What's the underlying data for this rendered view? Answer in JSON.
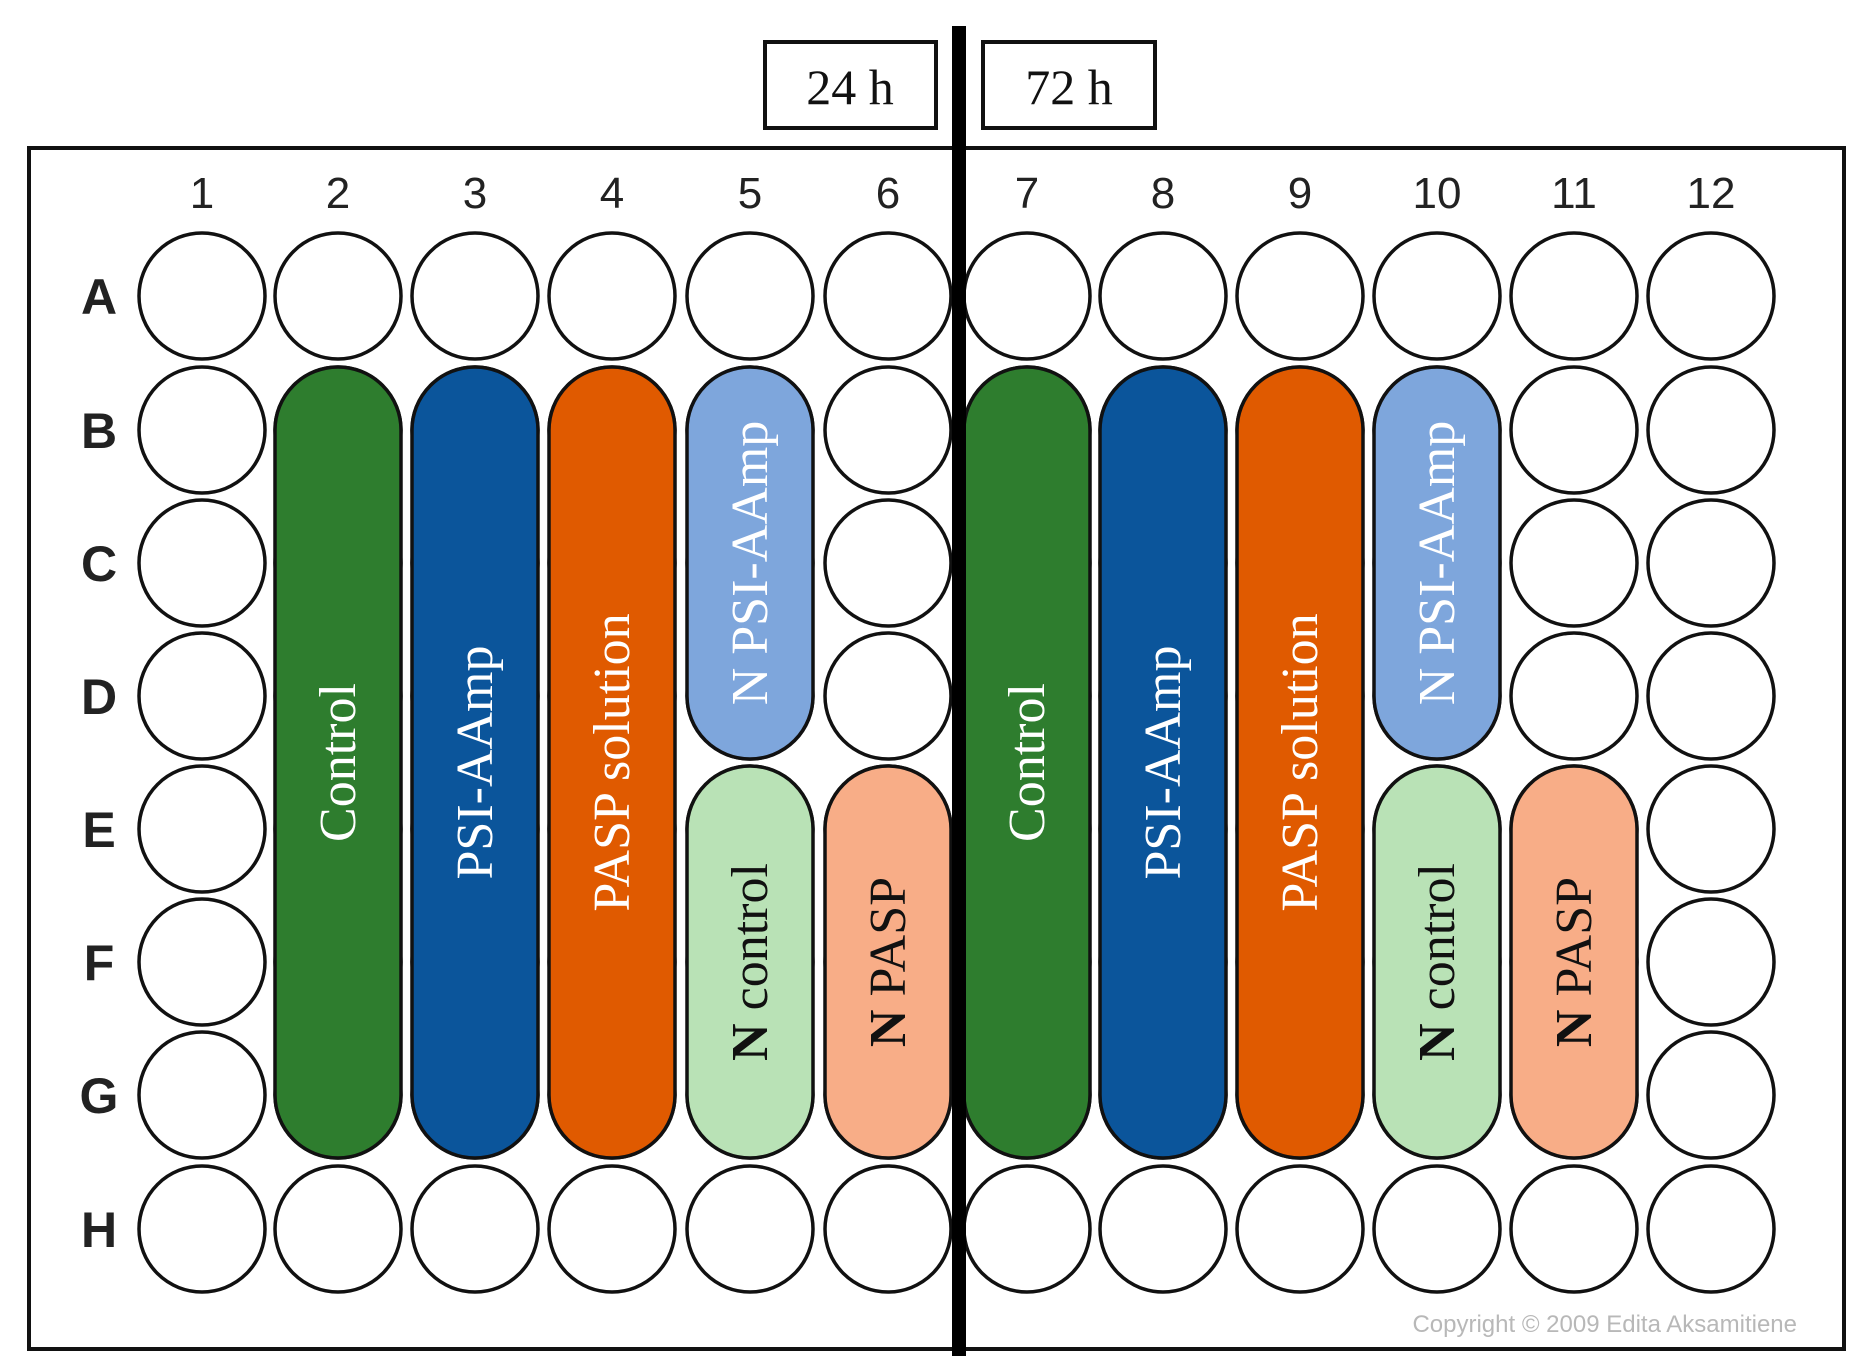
{
  "time_labels": {
    "left": "24 h",
    "right": "72 h"
  },
  "columns": [
    "1",
    "2",
    "3",
    "4",
    "5",
    "6",
    "7",
    "8",
    "9",
    "10",
    "11",
    "12"
  ],
  "rows": [
    "A",
    "B",
    "C",
    "D",
    "E",
    "F",
    "G",
    "H"
  ],
  "colors": {
    "control": "#2e7d2e",
    "psi_aamp": "#0b559b",
    "pasp_solution": "#e05a00",
    "n_psi_aamp": "#7ea6dc",
    "n_control": "#b9e2b6",
    "n_pasp": "#f8ad87",
    "outline": "#111111"
  },
  "groups": [
    {
      "id": "control-24h",
      "col": 2,
      "rows": [
        "B",
        "G"
      ],
      "prefix": "",
      "label": "Control",
      "fill": "control",
      "text": "#ffffff"
    },
    {
      "id": "psi-aamp-24h",
      "col": 3,
      "rows": [
        "B",
        "G"
      ],
      "prefix": "",
      "label": "PSI-AAmp",
      "fill": "psi_aamp",
      "text": "#ffffff"
    },
    {
      "id": "pasp-solution-24h",
      "col": 4,
      "rows": [
        "B",
        "G"
      ],
      "prefix": "",
      "label": "PASP solution",
      "fill": "pasp_solution",
      "text": "#ffffff"
    },
    {
      "id": "n-psi-aamp-24h",
      "col": 5,
      "rows": [
        "B",
        "D"
      ],
      "prefix": "",
      "label": "N PSI-AAmp",
      "fill": "n_psi_aamp",
      "text": "#ffffff"
    },
    {
      "id": "n-control-24h",
      "col": 5,
      "rows": [
        "E",
        "G"
      ],
      "prefix": "N",
      "label": " control",
      "fill": "n_control",
      "text": "#111111"
    },
    {
      "id": "n-pasp-24h",
      "col": 6,
      "rows": [
        "E",
        "G"
      ],
      "prefix": "N",
      "label": " PASP",
      "fill": "n_pasp",
      "text": "#111111"
    },
    {
      "id": "control-72h",
      "col": 7,
      "rows": [
        "B",
        "G"
      ],
      "prefix": "",
      "label": "Control",
      "fill": "control",
      "text": "#ffffff"
    },
    {
      "id": "psi-aamp-72h",
      "col": 8,
      "rows": [
        "B",
        "G"
      ],
      "prefix": "",
      "label": "PSI-AAmp",
      "fill": "psi_aamp",
      "text": "#ffffff"
    },
    {
      "id": "pasp-solution-72h",
      "col": 9,
      "rows": [
        "B",
        "G"
      ],
      "prefix": "",
      "label": "PASP solution",
      "fill": "pasp_solution",
      "text": "#ffffff"
    },
    {
      "id": "n-psi-aamp-72h",
      "col": 10,
      "rows": [
        "B",
        "D"
      ],
      "prefix": "",
      "label": "N PSI-AAmp",
      "fill": "n_psi_aamp",
      "text": "#ffffff"
    },
    {
      "id": "n-control-72h",
      "col": 10,
      "rows": [
        "E",
        "G"
      ],
      "prefix": "N",
      "label": " control",
      "fill": "n_control",
      "text": "#111111"
    },
    {
      "id": "n-pasp-72h",
      "col": 11,
      "rows": [
        "E",
        "G"
      ],
      "prefix": "N",
      "label": " PASP",
      "fill": "n_pasp",
      "text": "#111111"
    }
  ],
  "copyright": "Copyright © 2009 Edita Aksamitiene"
}
